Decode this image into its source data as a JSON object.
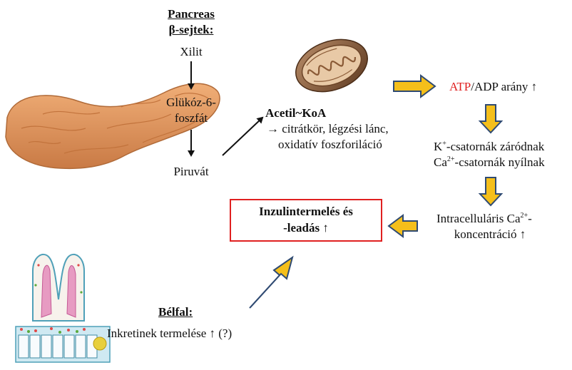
{
  "pancreas_header": {
    "line1": "Pancreas",
    "line2": "β-sejtek:"
  },
  "pathway": {
    "xilit": "Xilit",
    "g6p_line1": "Glükóz-6-",
    "g6p_line2": "foszfát",
    "piruvat": "Piruvát"
  },
  "acetyl": {
    "title": "Acetil~KoA",
    "line2": "→ citrátkör, légzési lánc,",
    "line3": "oxidatív foszforiláció"
  },
  "atp": {
    "atp": "ATP",
    "rest": "/ADP arány ↑"
  },
  "channels": {
    "k_prefix": "K",
    "k_sup": "+",
    "k_rest": "-csatornák záródnak",
    "ca_prefix": "Ca",
    "ca_sup": "2+",
    "ca_rest": "-csatornák nyílnak"
  },
  "calcium": {
    "line1_prefix": "Intracelluláris Ca",
    "line1_sup": "2+",
    "line1_suffix": "-",
    "line2": "koncentráció ↑"
  },
  "insulin": {
    "line1": "Inzulintermelés és",
    "line2": "-leadás ↑"
  },
  "gut": {
    "title": "Bélfal:",
    "text": "Inkretinek termelése ↑ (?)"
  },
  "colors": {
    "accent_red": "#e02020",
    "arrow_fill": "#f5bf1a",
    "arrow_stroke": "#2f4a72",
    "pancreas": "#e59a63"
  },
  "icons": [
    "pancreas-illustration",
    "mitochondrion-illustration",
    "intestinal-villi-illustration"
  ]
}
